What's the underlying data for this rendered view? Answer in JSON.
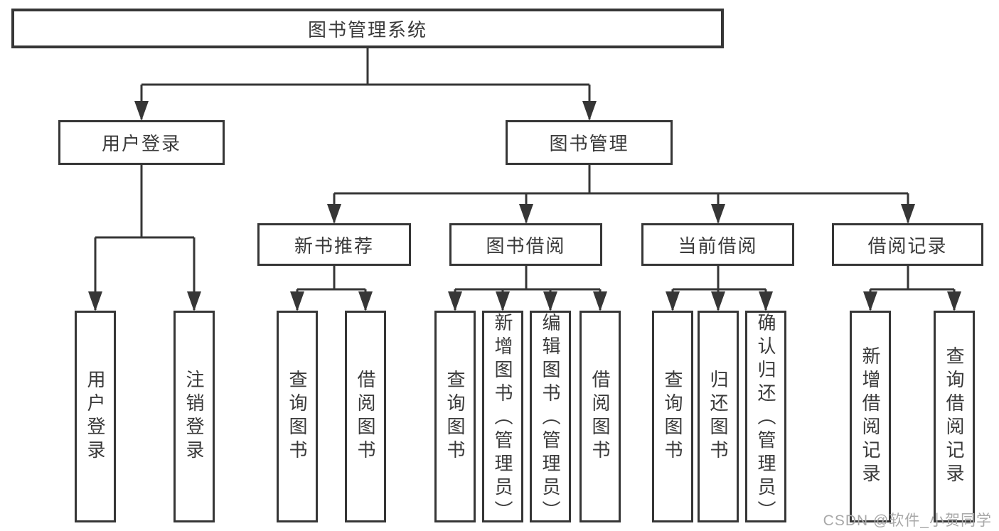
{
  "diagram_title": "图书管理系统",
  "tree": {
    "label": "图书管理系统",
    "children": [
      {
        "label": "用户登录",
        "children": [
          {
            "label": "用户登录"
          },
          {
            "label": "注销登录"
          }
        ]
      },
      {
        "label": "图书管理",
        "children": [
          {
            "label": "新书推荐",
            "children": [
              {
                "label": "查询图书"
              },
              {
                "label": "借阅图书"
              }
            ]
          },
          {
            "label": "图书借阅",
            "children": [
              {
                "label": "查询图书"
              },
              {
                "label": "新增图书（管理员）"
              },
              {
                "label": "编辑图书（管理员）"
              },
              {
                "label": "借阅图书"
              }
            ]
          },
          {
            "label": "当前借阅",
            "children": [
              {
                "label": "查询图书"
              },
              {
                "label": "归还图书"
              },
              {
                "label": "确认归还（管理员）"
              }
            ]
          },
          {
            "label": "借阅记录",
            "children": [
              {
                "label": "新增借阅记录"
              },
              {
                "label": "查询借阅记录"
              }
            ]
          }
        ]
      }
    ]
  },
  "watermark": {
    "text": "CSDN @软件_小贺同学"
  },
  "colors": {
    "line": "#363636",
    "text": "#3a3a3a",
    "watermark": "#a8a8a8",
    "background": "#ffffff"
  }
}
